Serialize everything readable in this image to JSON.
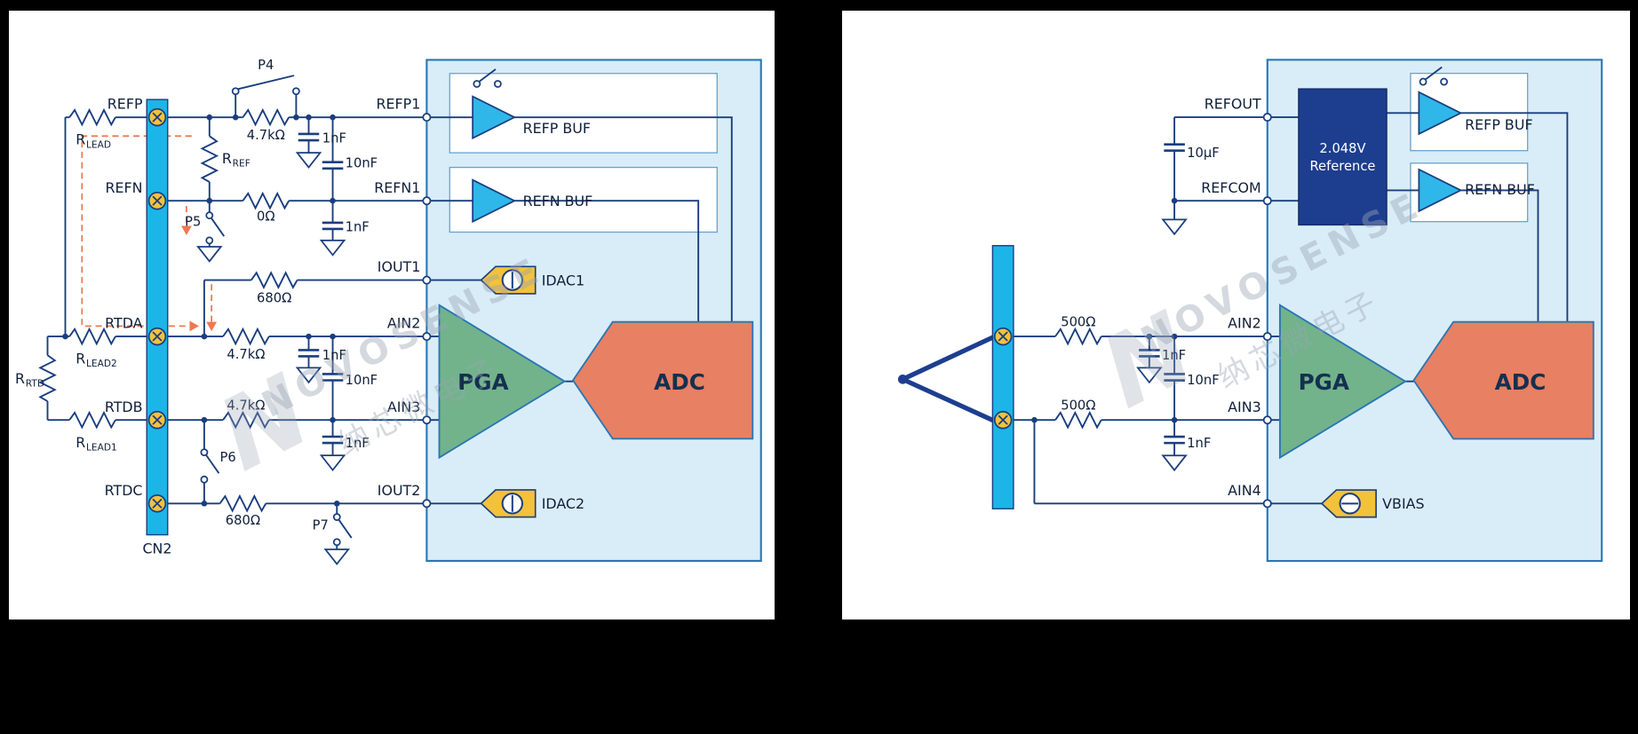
{
  "watermark": {
    "brand": "NOVOSENSE",
    "cjk": "纳芯微电子",
    "logo": "N"
  },
  "left": {
    "connector": "CN2",
    "terminals": {
      "refp": "REFP",
      "refn": "REFN",
      "rtda": "RTDA",
      "rtdb": "RTDB",
      "rtdc": "RTDC"
    },
    "resistors": {
      "r_lead": {
        "b": "R",
        "s": "LEAD"
      },
      "r_lead2": {
        "b": "R",
        "s": "LEAD2"
      },
      "r_lead1": {
        "b": "R",
        "s": "LEAD1"
      },
      "r_rtd": {
        "b": "R",
        "s": "RTD"
      },
      "r_ref": {
        "b": "R",
        "s": "REF"
      },
      "r47k": "4.7kΩ",
      "r680": "680Ω",
      "r0": "0Ω"
    },
    "caps": {
      "c1nf": "1nF",
      "c10nf": "10nF"
    },
    "switches": {
      "p4": "P4",
      "p5": "P5",
      "p6": "P6",
      "p7": "P7"
    },
    "pins": {
      "refp1": "REFP1",
      "refn1": "REFN1",
      "iout1": "IOUT1",
      "iout2": "IOUT2",
      "ain2": "AIN2",
      "ain3": "AIN3"
    },
    "blocks": {
      "refp_buf": "REFP BUF",
      "refn_buf": "REFN BUF",
      "pga": "PGA",
      "adc": "ADC",
      "idac1": "IDAC1",
      "idac2": "IDAC2"
    }
  },
  "right": {
    "pins": {
      "refout": "REFOUT",
      "refcom": "REFCOM",
      "ain2": "AIN2",
      "ain3": "AIN3",
      "ain4": "AIN4"
    },
    "reference": {
      "line1": "2.048V",
      "line2": "Reference"
    },
    "caps": {
      "c10uf": "10µF",
      "c1nf": "1nF",
      "c10nf": "10nF"
    },
    "resistors": {
      "r500": "500Ω"
    },
    "blocks": {
      "refp_buf": "REFP BUF",
      "refn_buf": "REFN BUF",
      "pga": "PGA",
      "adc": "ADC",
      "vbias": "VBIAS"
    }
  }
}
